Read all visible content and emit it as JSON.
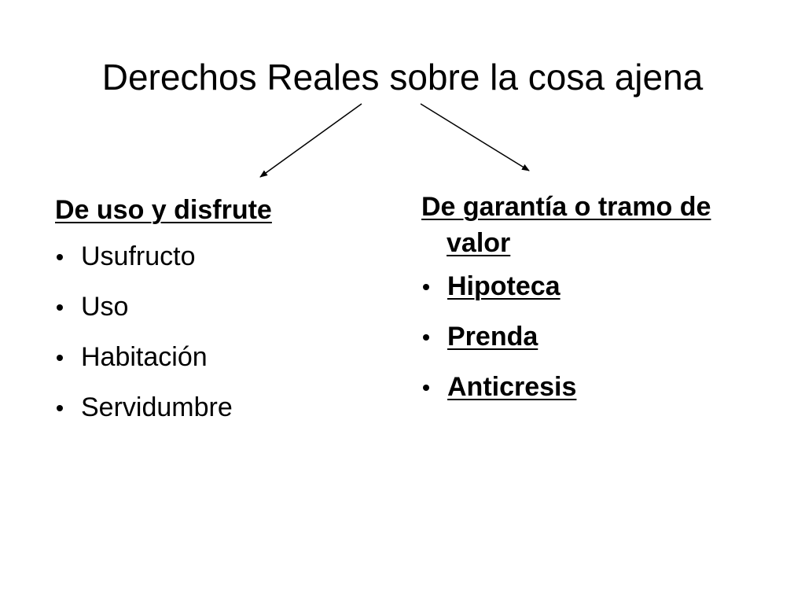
{
  "title": "Derechos Reales sobre la cosa ajena",
  "left": {
    "heading": "De uso y disfrute",
    "items": [
      "Usufructo",
      "Uso",
      "Habitación",
      "Servidumbre"
    ]
  },
  "right": {
    "heading": "De garantía o tramo de valor",
    "items": [
      "Hipoteca",
      "Prenda",
      "Anticresis"
    ]
  }
}
